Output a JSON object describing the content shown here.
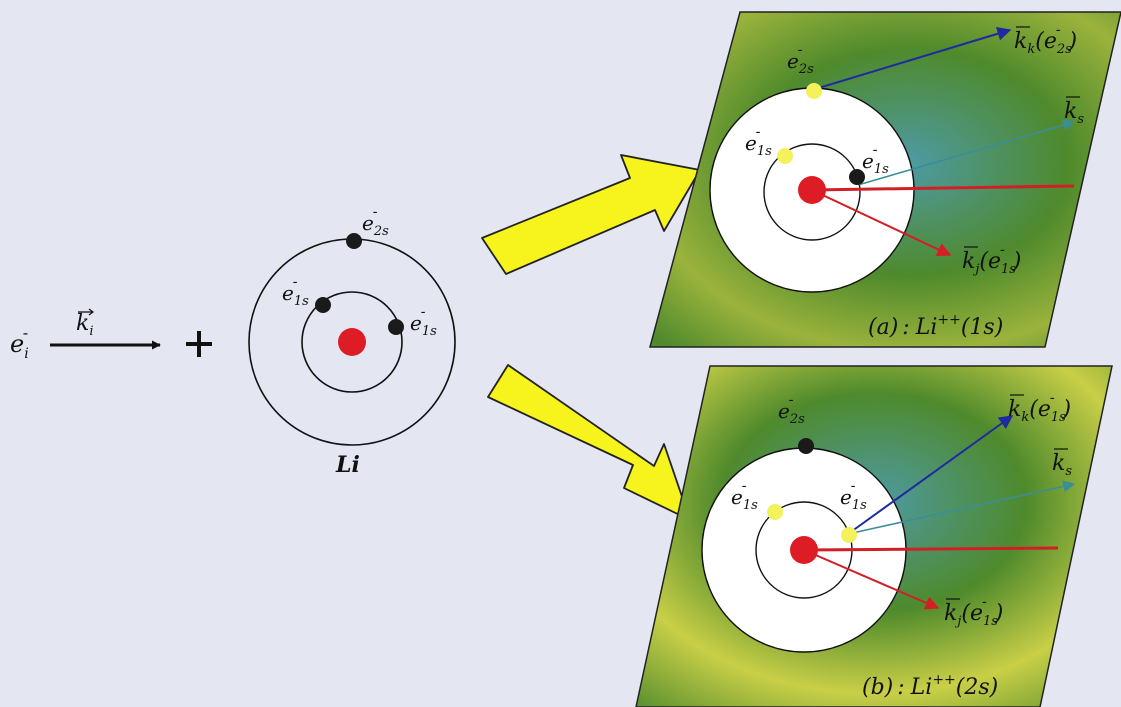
{
  "colors": {
    "background": "#e4e6f1",
    "panel_green": "#4f8a2c",
    "panel_teal": "#4d9aa3",
    "panel_yellow": "#c9cf47",
    "arrow_yellow": "#f7f31c",
    "nucleus": "#dd1c25",
    "electron_black": "#1a1a1a",
    "electron_yellow": "#f4f25a",
    "vector_blue": "#1f2aa0",
    "vector_teal": "#3b8e96",
    "vector_red": "#d21f26"
  },
  "icons": [
    "arrow-right-icon",
    "plus-icon",
    "big-arrow-icon"
  ],
  "incident": {
    "electron_base": "e",
    "electron_sub": "i",
    "electron_sup": "-",
    "k_base": "k",
    "k_sub": "i",
    "plus": "+"
  },
  "atom": {
    "name": "Li",
    "e2s_base": "e",
    "e2s_sub": "2s",
    "e2s_sup": "-",
    "e1s_base": "e",
    "e1s_sub": "1s",
    "e1s_sup": "-"
  },
  "panel_a": {
    "e2s_base": "e",
    "e2s_sub": "2s",
    "e2s_sup": "-",
    "e1s_base": "e",
    "e1s_sub": "1s",
    "e1s_sup": "-",
    "kk_base": "k",
    "kk_sub": "k",
    "kk_open": "(",
    "kk_arg_base": "e",
    "kk_arg_sub": "2s",
    "kk_arg_sup": "-",
    "kk_close": ")",
    "ks_base": "k",
    "ks_sub": "s",
    "kj_base": "k",
    "kj_sub": "j",
    "kj_open": "(",
    "kj_arg_base": "e",
    "kj_arg_sub": "1s",
    "kj_arg_sup": "-",
    "kj_close": ")",
    "cap_tag": "(a)",
    "cap_sep": ":",
    "cap_ion": "Li",
    "cap_charge": "++",
    "cap_state": "(1s)"
  },
  "panel_b": {
    "e2s_base": "e",
    "e2s_sub": "2s",
    "e2s_sup": "-",
    "e1s_base": "e",
    "e1s_sub": "1s",
    "e1s_sup": "-",
    "kk_base": "k",
    "kk_sub": "k",
    "kk_open": "(",
    "kk_arg_base": "e",
    "kk_arg_sub": "1s",
    "kk_arg_sup": "-",
    "kk_close": ")",
    "ks_base": "k",
    "ks_sub": "s",
    "kj_base": "k",
    "kj_sub": "j",
    "kj_open": "(",
    "kj_arg_base": "e",
    "kj_arg_sub": "1s",
    "kj_arg_sup": "-",
    "kj_close": ")",
    "cap_tag": "(b)",
    "cap_sep": ":",
    "cap_ion": "Li",
    "cap_charge": "++",
    "cap_state": "(2s)"
  }
}
